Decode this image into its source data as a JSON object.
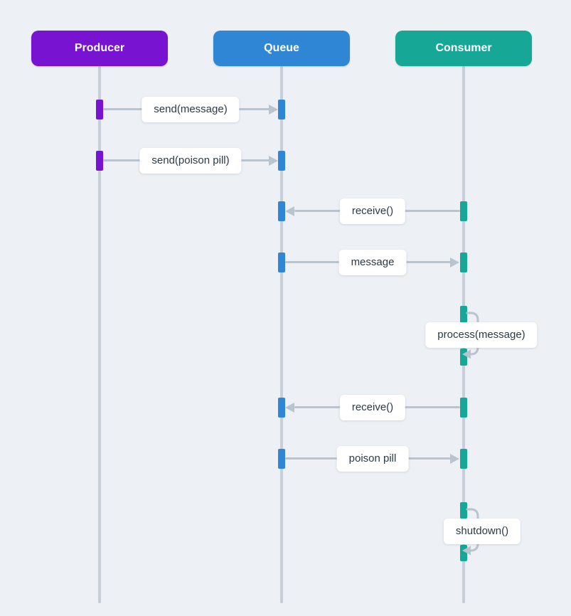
{
  "diagram_type": "sequence-diagram",
  "palette": {
    "background": "#edf1f5",
    "lifeline": "#c4cfd9",
    "arrow": "#b9c4ce",
    "label_background": "#ffffff",
    "label_text": "#2d3945"
  },
  "actors": [
    {
      "name": "Producer",
      "color": "#7713d1"
    },
    {
      "name": "Queue",
      "color": "#2e86d4"
    },
    {
      "name": "Consumer",
      "color": "#16a797"
    }
  ],
  "messages": [
    {
      "label": "send(message)",
      "from": "Producer",
      "to": "Queue",
      "direction": "right"
    },
    {
      "label": "send(poison pill)",
      "from": "Producer",
      "to": "Queue",
      "direction": "right"
    },
    {
      "label": "receive()",
      "from": "Consumer",
      "to": "Queue",
      "direction": "left"
    },
    {
      "label": "message",
      "from": "Queue",
      "to": "Consumer",
      "direction": "right"
    },
    {
      "label": "process(message)",
      "from": "Consumer",
      "to": "Consumer",
      "direction": "self"
    },
    {
      "label": "receive()",
      "from": "Consumer",
      "to": "Queue",
      "direction": "left"
    },
    {
      "label": "poison pill",
      "from": "Queue",
      "to": "Consumer",
      "direction": "right"
    },
    {
      "label": "shutdown()",
      "from": "Consumer",
      "to": "Consumer",
      "direction": "self"
    }
  ]
}
